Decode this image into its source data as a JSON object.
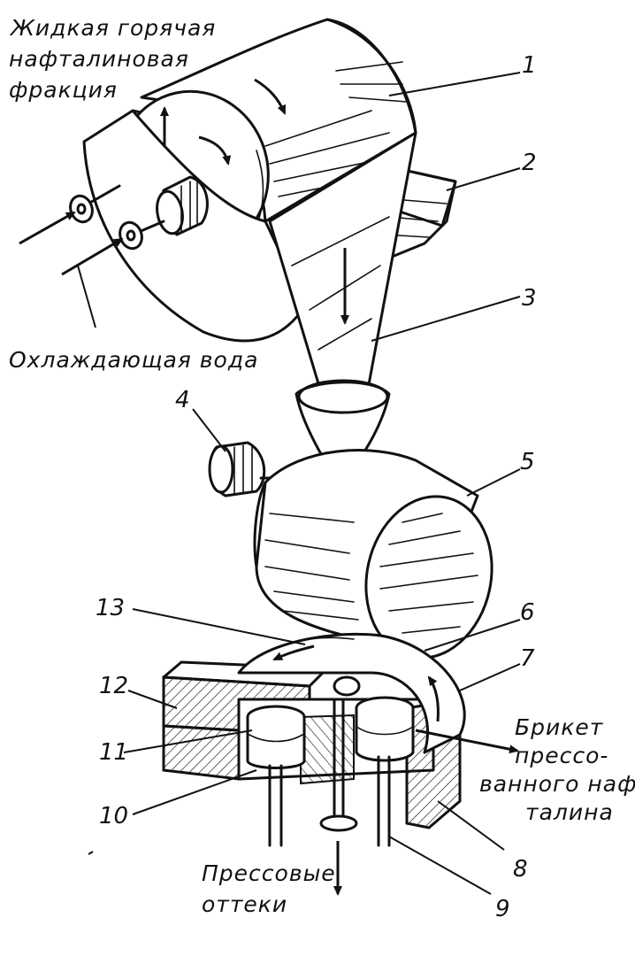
{
  "labels": {
    "inlet_liquid": [
      "Жидкая горячая",
      "нафталиновая",
      "фракция"
    ],
    "cooling_water": "Охлаждающая вода",
    "briquette": [
      "Брикет",
      "прессо-",
      "ванного наф",
      "талина"
    ],
    "press_drain": [
      "Прессовые",
      "оттеки"
    ]
  },
  "callouts": [
    "1",
    "2",
    "3",
    "4",
    "5",
    "6",
    "7",
    "8",
    "9",
    "10",
    "11",
    "12",
    "13"
  ]
}
